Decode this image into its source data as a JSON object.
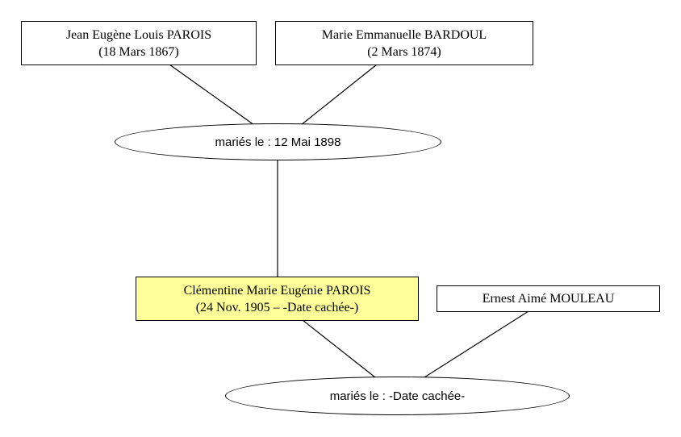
{
  "people": {
    "father": {
      "name": "Jean Eugène Louis PAROIS",
      "dates": "(18 Mars 1867)"
    },
    "mother": {
      "name": "Marie Emmanuelle BARDOUL",
      "dates": "(2 Mars 1874)"
    },
    "subject": {
      "name": "Clémentine Marie Eugénie PAROIS",
      "dates": "(24 Nov. 1905 – -Date cachée-)"
    },
    "spouse": {
      "name": "Ernest Aimé MOULEAU"
    }
  },
  "unions": {
    "parents": {
      "label": "mariés le : 12 Mai 1898"
    },
    "subject": {
      "label": "mariés le : -Date cachée-"
    }
  },
  "colors": {
    "highlight": "#ffff99",
    "line": "#000000",
    "background": "#ffffff"
  }
}
